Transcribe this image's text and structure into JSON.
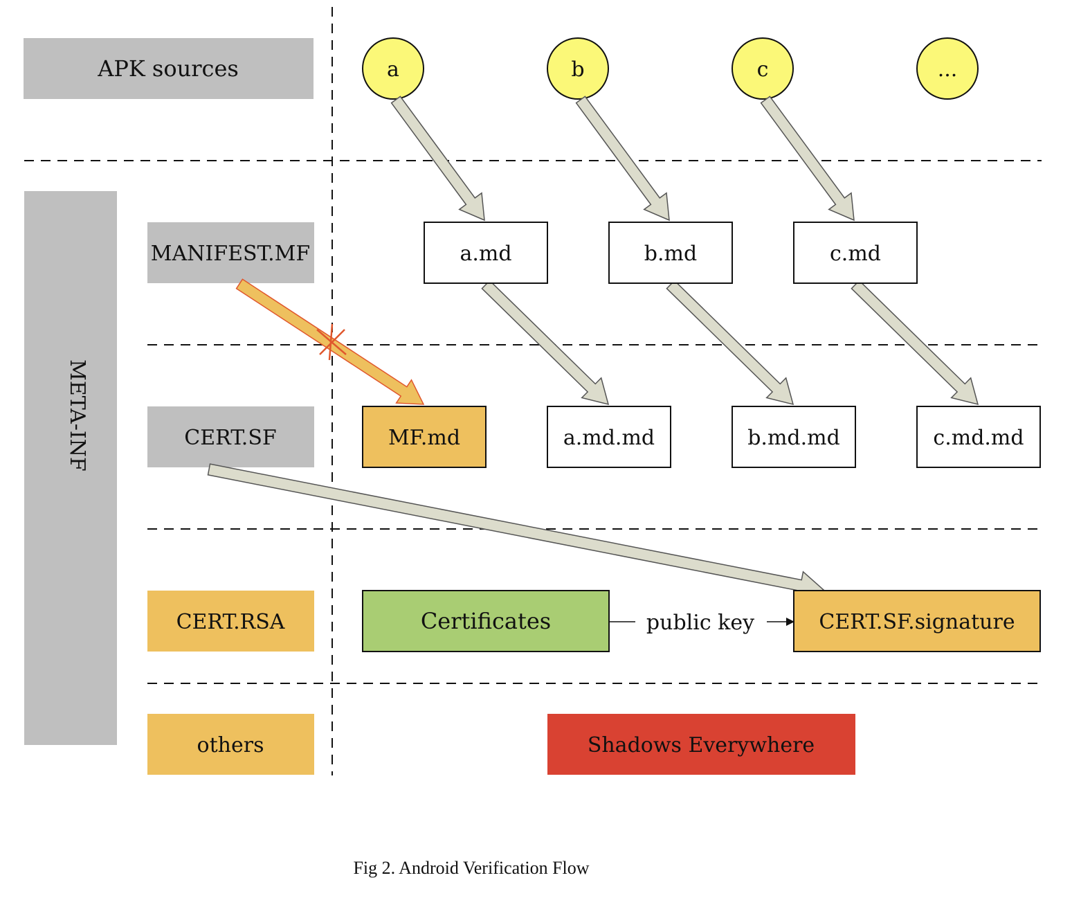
{
  "colors": {
    "gray_box": "#bfbfbf",
    "orange_box": "#eec05e",
    "green_box": "#a9cd73",
    "red_box": "#d94232",
    "circle_fill": "#fbf878",
    "arrow_fill": "#dcdccc",
    "arrow_orange": "#eec05e",
    "arrow_orange_stroke": "#e0572d",
    "text": "#111111"
  },
  "rows": {
    "apk_sources": "APK sources",
    "meta_inf": "META-INF",
    "manifest": "MANIFEST.MF",
    "cert_sf": "CERT.SF",
    "cert_rsa": "CERT.RSA",
    "others": "others"
  },
  "sources": [
    "a",
    "b",
    "c",
    "..."
  ],
  "digests": [
    "a.md",
    "b.md",
    "c.md"
  ],
  "digest_digests": [
    "MF.md",
    "a.md.md",
    "b.md.md",
    "c.md.md"
  ],
  "certificates": "Certificates",
  "public_key": "public key",
  "signature": "CERT.SF.signature",
  "shadows": "Shadows Everywhere",
  "caption": "Fig 2. Android Verification Flow",
  "break_icon": "cross-icon"
}
